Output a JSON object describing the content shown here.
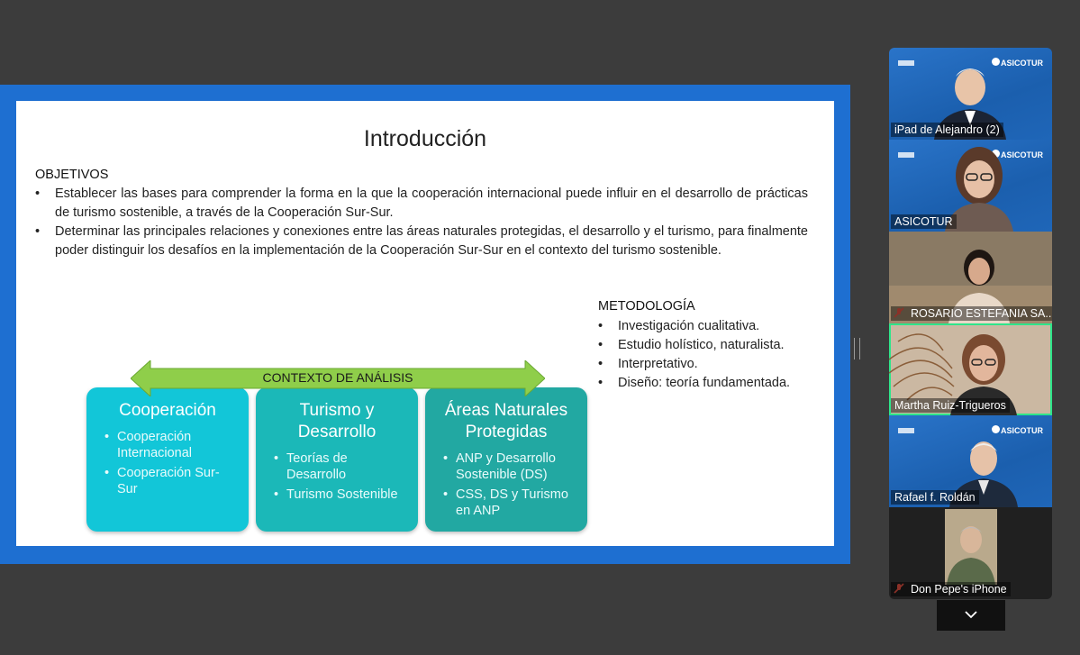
{
  "slide": {
    "title": "Introducción",
    "objetivos_heading": "OBJETIVOS",
    "objetivos": [
      "Establecer las bases para comprender la forma en la que la cooperación internacional puede influir en el desarrollo de prácticas de turismo sostenible, a través de la Cooperación Sur-Sur.",
      "Determinar las principales relaciones y conexiones entre las áreas naturales protegidas, el desarrollo y el turismo, para finalmente poder distinguir los desafíos en la implementación de la Cooperación Sur-Sur en el contexto del turismo sostenible."
    ],
    "metodologia_heading": "METODOLOGÍA",
    "metodologia": [
      "Investigación cualitativa.",
      "Estudio holístico, naturalista.",
      "Interpretativo.",
      "Diseño: teoría fundamentada."
    ],
    "context_label": "CONTEXTO DE ANÁLISIS",
    "boxes": [
      {
        "title": "Cooperación",
        "items": [
          "Cooperación Internacional",
          "Cooperación Sur-Sur"
        ]
      },
      {
        "title": "Turismo y Desarrollo",
        "items": [
          "Teorías de Desarrollo",
          "Turismo Sostenible"
        ]
      },
      {
        "title": "Áreas Naturales Protegidas",
        "items": [
          "ANP y Desarrollo Sostenible (DS)",
          "CSS, DS y Turismo en ANP"
        ]
      }
    ]
  },
  "participants": [
    {
      "name": "iPad de Alejandro (2)",
      "muted": false,
      "logo": "ASICOTUR"
    },
    {
      "name": "ASICOTUR",
      "muted": false,
      "logo": "ASICOTUR"
    },
    {
      "name": "ROSARIO ESTEFANIA SA...",
      "muted": true
    },
    {
      "name": "Martha Ruiz-Trigueros",
      "muted": false,
      "active": true
    },
    {
      "name": "Rafael f. Roldán",
      "muted": false,
      "logo": "ASICOTUR"
    },
    {
      "name": "Don Pepe's iPhone",
      "muted": true
    }
  ],
  "colors": {
    "slide_border": "#1e6fd1",
    "active_speaker": "#2ee58a",
    "arrow_green": "#8fce4a"
  },
  "icons": {
    "mic_off": "mic-off-icon",
    "scroll_down": "chevron-down-icon"
  }
}
